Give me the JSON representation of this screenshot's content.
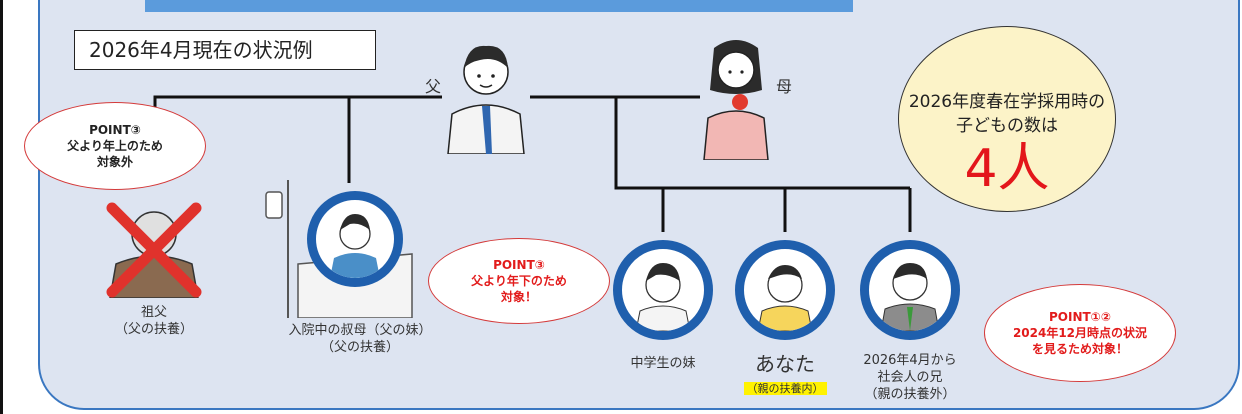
{
  "header": {
    "date_label": "2026年4月現在の状況例"
  },
  "count_bubble": {
    "line1": "2026年度春在学採用時の",
    "line2": "子どもの数は",
    "count": "4人"
  },
  "family": {
    "father": "父",
    "mother": "母",
    "grandfather": {
      "name": "祖父",
      "note": "（父の扶養）"
    },
    "aunt": {
      "name": "入院中の叔母（父の妹）",
      "note": "（父の扶養）"
    },
    "sister": {
      "name": "中学生の妹"
    },
    "you": {
      "name": "あなた",
      "note": "（親の扶養内）"
    },
    "brother": {
      "name1": "2026年4月から",
      "name2": "社会人の兄",
      "note": "（親の扶養外）"
    }
  },
  "points": {
    "grandfather": {
      "title": "POINT③",
      "line1": "父より年上のため",
      "line2": "対象外"
    },
    "aunt": {
      "title": "POINT③",
      "line1": "父より年下のため",
      "line2": "対象！"
    },
    "brother": {
      "title": "POINT①②",
      "line1": "2024年12月時点の状況",
      "line2": "を見るため対象！"
    }
  },
  "colors": {
    "panel": "#dde4f1",
    "ring": "#1f5fad",
    "accent_red": "#e21b1b",
    "count_bg": "#fcf3c8",
    "highlight": "#fff200"
  }
}
